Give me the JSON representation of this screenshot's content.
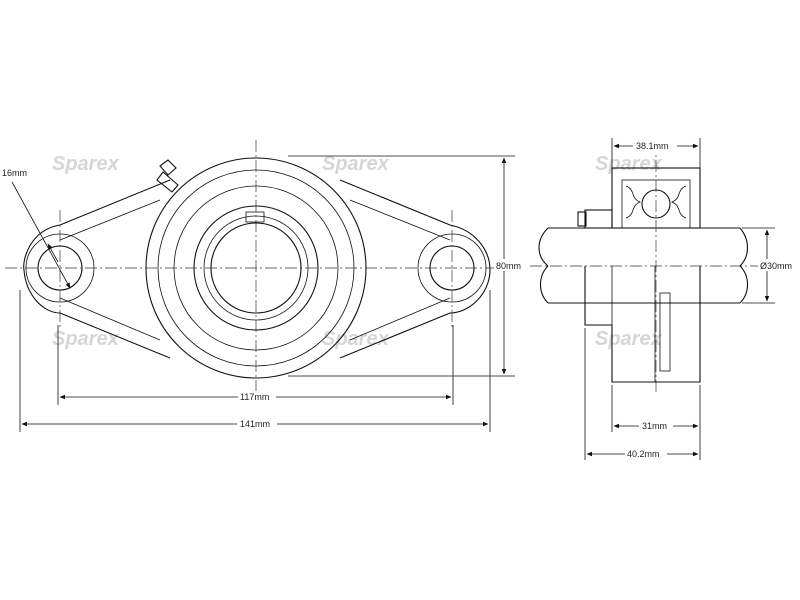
{
  "watermark": {
    "text": "Sparex",
    "color": "#d6d6d6"
  },
  "dimensions": {
    "bolt_hole_diameter": "16mm",
    "bolt_centers": "117mm",
    "overall_length": "141mm",
    "height": "80mm",
    "shaft_diameter": "Ø30mm",
    "insert_width": "38.1mm",
    "housing_width": "31mm",
    "overall_width": "40.2mm"
  },
  "colors": {
    "line": "#111111",
    "text": "#222222"
  }
}
